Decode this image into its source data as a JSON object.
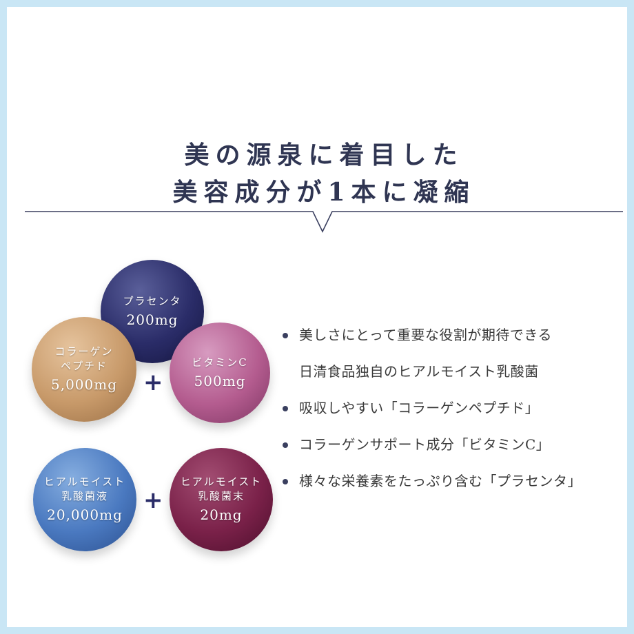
{
  "headline": {
    "line1": "美の源泉に着目した",
    "line2": "美容成分が1本に凝縮"
  },
  "ingredients": {
    "placenta": {
      "label": "プラセンタ",
      "amount": "200mg"
    },
    "collagen": {
      "label_line1": "コラーゲン",
      "label_line2": "ペプチド",
      "amount": "5,000mg"
    },
    "vitamin_c": {
      "label": "ビタミンC",
      "amount": "500mg"
    },
    "lactic_liquid": {
      "label_line1": "ヒアルモイスト",
      "label_line2": "乳酸菌液",
      "amount": "20,000mg"
    },
    "lactic_powder": {
      "label_line1": "ヒアルモイスト",
      "label_line2": "乳酸菌末",
      "amount": "20mg"
    }
  },
  "plus_symbol": "+",
  "features": [
    "美しさにとって重要な役割が期待できる",
    "日清食品独自のヒアルモイスト乳酸菌",
    "吸収しやすい「コラーゲンペプチド」",
    "コラーゲンサポート成分「ビタミンC」",
    "様々な栄養素をたっぷり含む「プラセンタ」"
  ],
  "colors": {
    "frame_border": "#c9e6f5",
    "headline_text": "#2f3552",
    "placenta_sphere": "#2a2c68",
    "collagen_sphere": "#c89a6a",
    "vitamin_c_sphere": "#b45c8f",
    "lactic_liquid_sphere": "#4a79c0",
    "lactic_powder_sphere": "#7a2149"
  }
}
